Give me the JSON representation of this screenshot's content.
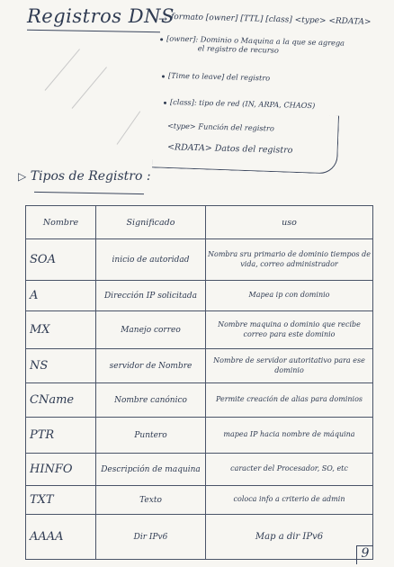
{
  "title": "Registros DNS",
  "format_arrow": "→",
  "format": "formato [owner] [TTL] [class] <type> <RDATA>",
  "fields": [
    {
      "label": "[owner]:",
      "text": "Dominio o Maquina a la que se agrega",
      "continuation": "el registro de recurso"
    },
    {
      "label": "[Time to leave]",
      "text": "del registro",
      "continuation": ""
    },
    {
      "label": "[class]:",
      "text": "tipo de red (IN, ARPA, CHAOS)",
      "continuation": ""
    },
    {
      "label": "<type>",
      "text": "Función del registro",
      "continuation": ""
    },
    {
      "label": "<RDATA>",
      "text": "Datos del registro",
      "continuation": ""
    }
  ],
  "section": {
    "marker": "▷",
    "title": "Tipos de Registro :"
  },
  "table": {
    "headers": [
      "Nombre",
      "Significado",
      "uso"
    ],
    "rows": [
      {
        "nombre": "SOA",
        "significado": "inicio de autoridad",
        "uso": "Nombra sru primario de dominio tiempos de vida, correo administrador"
      },
      {
        "nombre": "A",
        "significado": "Dirección IP solicitada",
        "uso": "Mapea ip con dominio"
      },
      {
        "nombre": "MX",
        "significado": "Manejo correo",
        "uso": "Nombre maquina o dominio que recibe correo para este dominio"
      },
      {
        "nombre": "NS",
        "significado": "servidor de Nombre",
        "uso": "Nombre de servidor autoritativo para ese dominio"
      },
      {
        "nombre": "CName",
        "significado": "Nombre canónico",
        "uso": "Permite creación de alias para dominios"
      },
      {
        "nombre": "PTR",
        "significado": "Puntero",
        "uso": "mapea IP hacia nombre de máquina"
      },
      {
        "nombre": "HINFO",
        "significado": "Descripción de maquina",
        "uso": "caracter del Procesador, SO, etc"
      },
      {
        "nombre": "TXT",
        "significado": "Texto",
        "uso": "coloca info a criterio de admin"
      },
      {
        "nombre": "AAAA",
        "significado": "Dir IPv6",
        "uso": "Map a dir IPv6"
      }
    ]
  },
  "page_number": "9"
}
